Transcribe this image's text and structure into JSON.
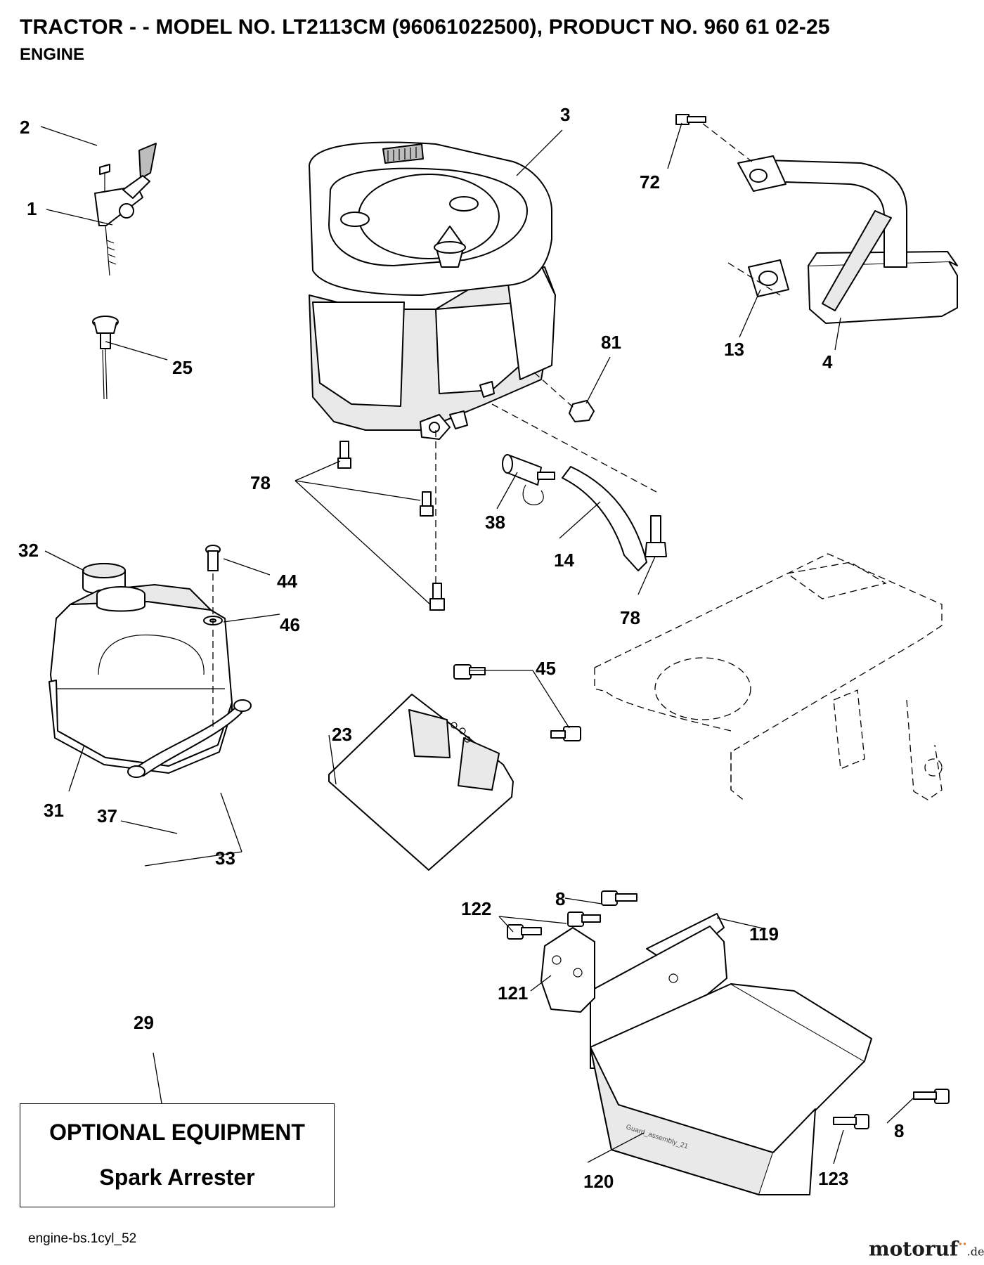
{
  "header": {
    "title": "TRACTOR - - MODEL NO. LT2113CM (96061022500), PRODUCT NO. 960 61 02-25",
    "subtitle": "ENGINE"
  },
  "callouts": [
    {
      "id": "c-2",
      "label": "2"
    },
    {
      "id": "c-1",
      "label": "1"
    },
    {
      "id": "c-25",
      "label": "25"
    },
    {
      "id": "c-3",
      "label": "3"
    },
    {
      "id": "c-72",
      "label": "72"
    },
    {
      "id": "c-13",
      "label": "13"
    },
    {
      "id": "c-4",
      "label": "4"
    },
    {
      "id": "c-81",
      "label": "81"
    },
    {
      "id": "c-78a",
      "label": "78"
    },
    {
      "id": "c-38",
      "label": "38"
    },
    {
      "id": "c-14",
      "label": "14"
    },
    {
      "id": "c-78b",
      "label": "78"
    },
    {
      "id": "c-32",
      "label": "32"
    },
    {
      "id": "c-44",
      "label": "44"
    },
    {
      "id": "c-46",
      "label": "46"
    },
    {
      "id": "c-45",
      "label": "45"
    },
    {
      "id": "c-23",
      "label": "23"
    },
    {
      "id": "c-31",
      "label": "31"
    },
    {
      "id": "c-37",
      "label": "37"
    },
    {
      "id": "c-33",
      "label": "33"
    },
    {
      "id": "c-8a",
      "label": "8"
    },
    {
      "id": "c-122",
      "label": "122"
    },
    {
      "id": "c-119",
      "label": "119"
    },
    {
      "id": "c-121",
      "label": "121"
    },
    {
      "id": "c-29",
      "label": "29"
    },
    {
      "id": "c-8b",
      "label": "8"
    },
    {
      "id": "c-120",
      "label": "120"
    },
    {
      "id": "c-123",
      "label": "123"
    }
  ],
  "part_text": {
    "guard_stamp": "Guard_assembly_21"
  },
  "optional_equipment": {
    "heading": "OPTIONAL EQUIPMENT",
    "item": "Spark Arrester"
  },
  "figure_id": "engine-bs.1cyl_52",
  "watermark": {
    "name": "motoruf",
    "tld": ".de"
  }
}
